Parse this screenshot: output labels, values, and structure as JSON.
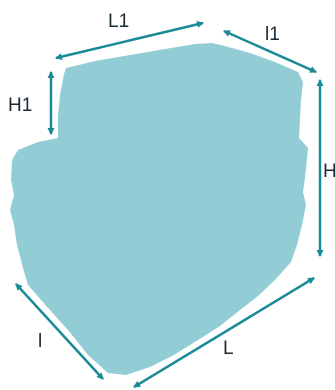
{
  "colors": {
    "shape_fill": "#92cdd6",
    "arrow": "#1b8a98",
    "label": "#1b2a33",
    "background": "#ffffff"
  },
  "labels": {
    "top_length": "L1",
    "top_width": "l1",
    "top_height": "H1",
    "height": "H",
    "width": "l",
    "length": "L"
  }
}
